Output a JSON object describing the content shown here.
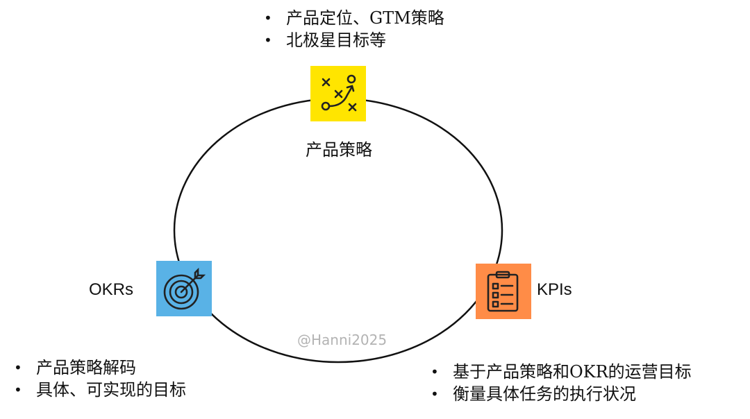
{
  "strategy": {
    "label": "产品策略",
    "bullets": [
      "产品定位、GTM策略",
      "北极星目标等"
    ],
    "icon": "strategy-play-icon",
    "color": "#FFE500"
  },
  "okrs": {
    "label": "OKRs",
    "bullets": [
      "产品策略解码",
      "具体、可实现的目标"
    ],
    "icon": "target-icon",
    "color": "#59B2E6"
  },
  "kpis": {
    "label": "KPIs",
    "bullets": [
      "基于产品策略和OKR的运营目标",
      "衡量具体任务的执行状况"
    ],
    "icon": "clipboard-checklist-icon",
    "color": "#FF8C47"
  },
  "watermark": "@Hanni2025"
}
